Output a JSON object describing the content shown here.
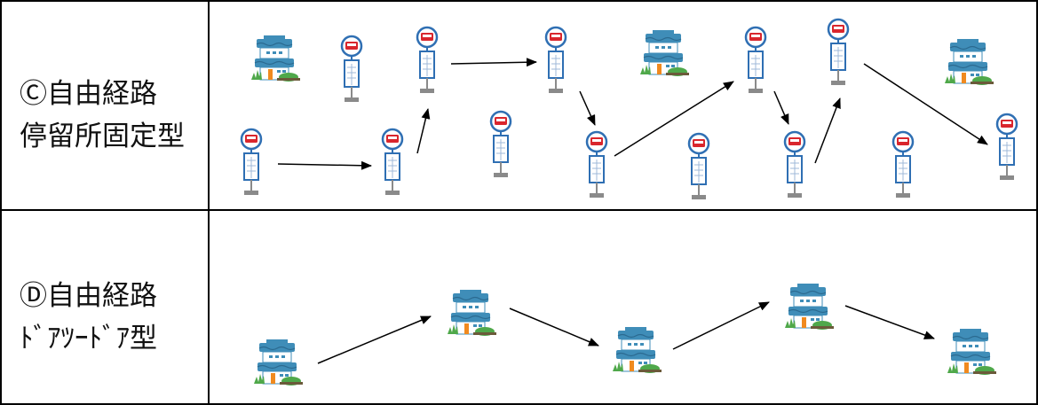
{
  "rows": [
    {
      "line1": "Ⓒ自由経路",
      "line2": "停留所固定型"
    },
    {
      "line1": "Ⓓ自由経路",
      "line2": "ﾄﾞｱﾂｰﾄﾞｱ型"
    }
  ],
  "icons": {
    "house": "house-icon",
    "bus_stop": "bus-stop-icon",
    "arrow": "arrow-icon"
  },
  "colors": {
    "roof": "#3f8db8",
    "wall": "#ffffff",
    "window": "#3f8db8",
    "door": "#f08a1f",
    "bush": "#4fa84a",
    "sign_ring": "#2f6fb3",
    "sign_face": "#d9262d",
    "post": "#8a8a8a",
    "grid_line": "#000000"
  }
}
